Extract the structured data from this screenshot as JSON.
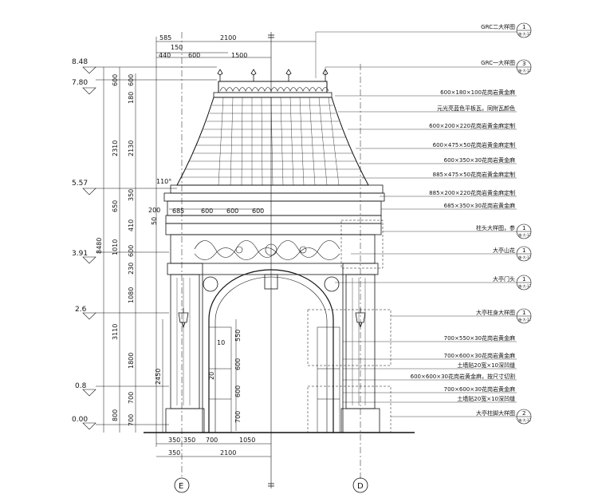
{
  "top_dims": {
    "row1": [
      "585",
      "2100"
    ],
    "row2": [
      "150"
    ],
    "row3": [
      "440",
      "600",
      "1500"
    ]
  },
  "levels": [
    "8.48",
    "7.80",
    "5.57",
    "3.91",
    "2.6",
    "0.8",
    "0.00"
  ],
  "left_dims_outer": [
    "8480"
  ],
  "left_dims_mid": [
    "600",
    "2310",
    "650",
    "1010",
    "3110",
    "800"
  ],
  "left_dims_inner": [
    "600",
    "180",
    "2130",
    "350",
    "410",
    "600",
    "1080",
    "1800",
    "700",
    "700"
  ],
  "left_small": [
    "230",
    "50",
    "200",
    "110°",
    "2450"
  ],
  "frieze_dims": [
    "685",
    "600",
    "600",
    "600"
  ],
  "door_dims": [
    "550",
    "10",
    "600",
    "600",
    "700",
    "20"
  ],
  "bottom_dims": {
    "row1": [
      "350",
      "350",
      "700",
      "1050"
    ],
    "row2": [
      "350",
      "2100"
    ]
  },
  "axes": [
    "E",
    "D"
  ],
  "callouts": [
    {
      "text": "GRC二大样图",
      "num": "1",
      "sub": "施-大-12"
    },
    {
      "text": "GRC一大样图",
      "num": "3",
      "sub": "施-大-12"
    },
    {
      "text": "600×180×100花岗岩黄金麻",
      "num": "",
      "sub": ""
    },
    {
      "text": "元光亮蓝色平板瓦，同附瓦颜色",
      "num": "",
      "sub": ""
    },
    {
      "text": "600×200×220花岗岩黄金麻定制",
      "num": "",
      "sub": ""
    },
    {
      "text": "600×475×50花岗岩黄金麻定制",
      "num": "",
      "sub": ""
    },
    {
      "text": "600×350×30花岗岩黄金麻",
      "num": "",
      "sub": ""
    },
    {
      "text": "885×475×50花岗岩黄金麻定制",
      "num": "",
      "sub": ""
    },
    {
      "text": "885×200×220花岗岩黄金麻定制",
      "num": "",
      "sub": ""
    },
    {
      "text": "685×350×30花岗岩黄金麻",
      "num": "",
      "sub": ""
    },
    {
      "text": "柱头大样图，参",
      "num": "1",
      "sub": "施-大-12"
    },
    {
      "text": "大亭山花",
      "num": "1",
      "sub": "施-大-12"
    },
    {
      "text": "大亭门头",
      "num": "1",
      "sub": "施-大-12"
    },
    {
      "text": "大亭柱身大样图",
      "num": "1",
      "sub": "施-大-12"
    },
    {
      "text": "700×550×30花岗岩黄金麻",
      "num": "",
      "sub": ""
    },
    {
      "text": "700×600×30花岗岩黄金麻",
      "num": "",
      "sub": ""
    },
    {
      "text": "土墙贴20宽×10深凹缝",
      "num": "",
      "sub": ""
    },
    {
      "text": "600×600×30花岗岩黄金麻，按尺寸切割",
      "num": "",
      "sub": ""
    },
    {
      "text": "700×600×30花岗岩黄金麻",
      "num": "",
      "sub": ""
    },
    {
      "text": "土墙贴20宽×10深凹缝",
      "num": "",
      "sub": ""
    },
    {
      "text": "大亭柱脚大样图",
      "num": "2",
      "sub": "施-大-12"
    }
  ]
}
